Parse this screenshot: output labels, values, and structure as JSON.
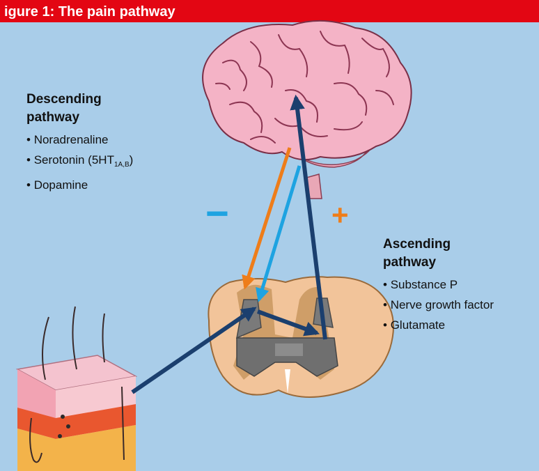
{
  "title": "igure 1: The pain pathway",
  "descending": {
    "heading_line1": "Descending",
    "heading_line2": "pathway",
    "items": [
      "Noradrenaline",
      "Serotonin (5HT",
      "Dopamine"
    ],
    "serotonin_subscript": "1A,B",
    "serotonin_suffix": ")"
  },
  "ascending": {
    "heading_line1": "Ascending",
    "heading_line2": "pathway",
    "items": [
      "Substance P",
      "Nerve growth factor",
      "Glutamate"
    ]
  },
  "signs": {
    "minus": "−",
    "plus": "+"
  },
  "colors": {
    "background": "#a9cde9",
    "title_bar": "#e30613",
    "descending_orange": "#ee7d1a",
    "descending_blue": "#1ea3e1",
    "ascending_navy": "#1b3f6e",
    "minus_sign": "#1ea3e1",
    "plus_sign": "#ee7d1a"
  },
  "icons": [
    "brain-icon",
    "spinal-cord-icon",
    "skin-section-icon"
  ]
}
